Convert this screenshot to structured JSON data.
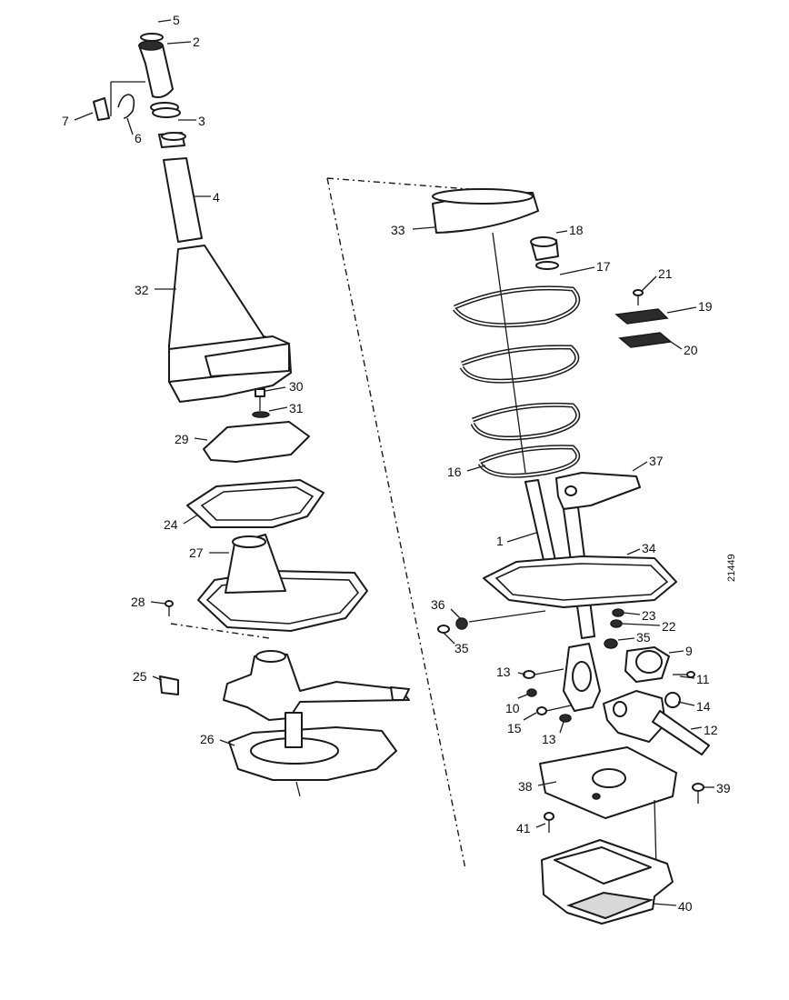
{
  "diagram": {
    "reference_number": "21449",
    "callouts": [
      {
        "id": "c5",
        "text": "5"
      },
      {
        "id": "c2",
        "text": "2"
      },
      {
        "id": "c3",
        "text": "3"
      },
      {
        "id": "c7",
        "text": "7"
      },
      {
        "id": "c6",
        "text": "6"
      },
      {
        "id": "c4",
        "text": "4"
      },
      {
        "id": "c32",
        "text": "32"
      },
      {
        "id": "c30",
        "text": "30"
      },
      {
        "id": "c31",
        "text": "31"
      },
      {
        "id": "c29",
        "text": "29"
      },
      {
        "id": "c24",
        "text": "24"
      },
      {
        "id": "c27",
        "text": "27"
      },
      {
        "id": "c28",
        "text": "28"
      },
      {
        "id": "c25",
        "text": "25"
      },
      {
        "id": "c26",
        "text": "26"
      },
      {
        "id": "c33",
        "text": "33"
      },
      {
        "id": "c18",
        "text": "18"
      },
      {
        "id": "c17",
        "text": "17"
      },
      {
        "id": "c21",
        "text": "21"
      },
      {
        "id": "c19",
        "text": "19"
      },
      {
        "id": "c20",
        "text": "20"
      },
      {
        "id": "c16",
        "text": "16"
      },
      {
        "id": "c37",
        "text": "37"
      },
      {
        "id": "c1",
        "text": "1"
      },
      {
        "id": "c34",
        "text": "34"
      },
      {
        "id": "c36",
        "text": "36"
      },
      {
        "id": "c35a",
        "text": "35"
      },
      {
        "id": "c23",
        "text": "23"
      },
      {
        "id": "c22",
        "text": "22"
      },
      {
        "id": "c35b",
        "text": "35"
      },
      {
        "id": "c9",
        "text": "9"
      },
      {
        "id": "c13a",
        "text": "13"
      },
      {
        "id": "c11",
        "text": "11"
      },
      {
        "id": "c10",
        "text": "10"
      },
      {
        "id": "c14",
        "text": "14"
      },
      {
        "id": "c15",
        "text": "15"
      },
      {
        "id": "c13b",
        "text": "13"
      },
      {
        "id": "c12",
        "text": "12"
      },
      {
        "id": "c38",
        "text": "38"
      },
      {
        "id": "c39",
        "text": "39"
      },
      {
        "id": "c41",
        "text": "41"
      },
      {
        "id": "c40",
        "text": "40"
      }
    ]
  }
}
